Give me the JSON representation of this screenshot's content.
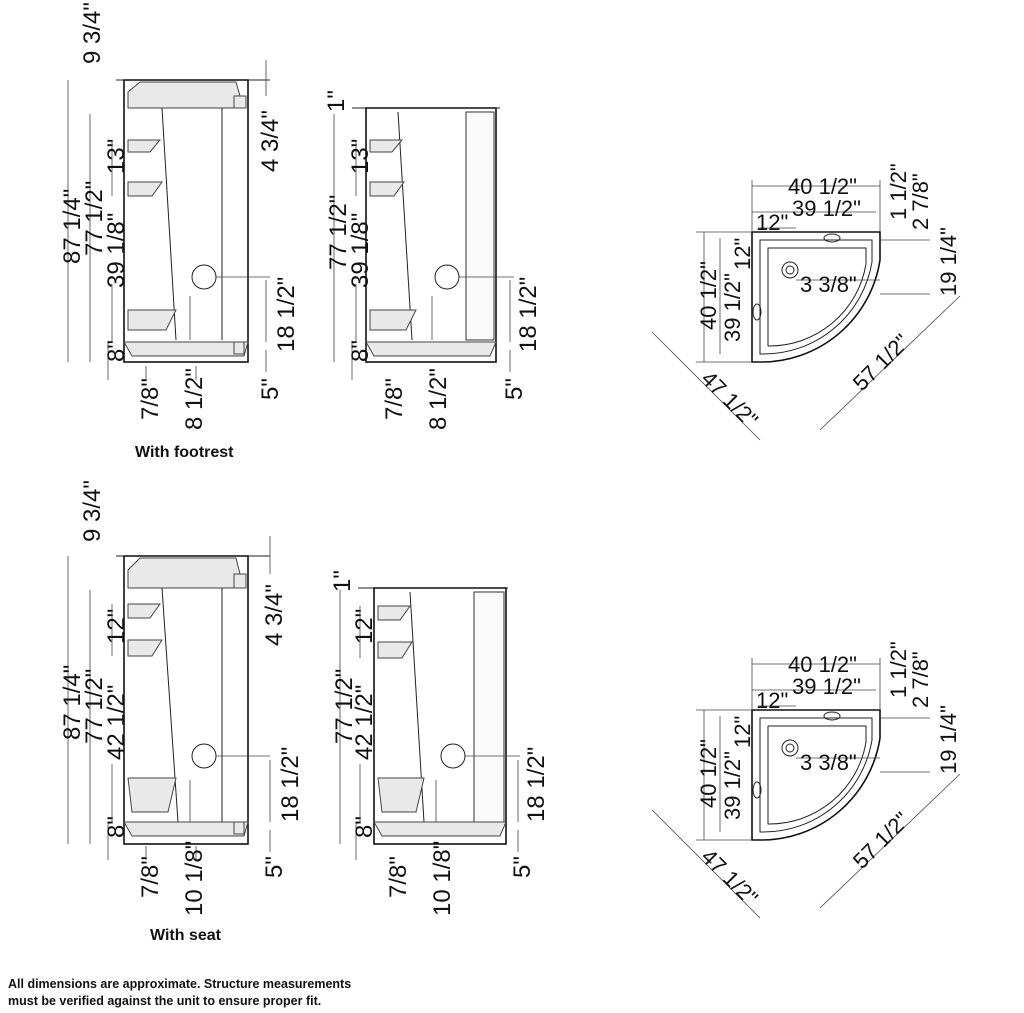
{
  "captions": {
    "footrest": "With footrest",
    "seat": "With seat"
  },
  "note": {
    "line1": "All dimensions are approximate. Structure measurements",
    "line2": "must be verified against the unit to ensure proper fit."
  },
  "elev_footrest_left": {
    "top_gap": "9 3/4\"",
    "total_height": "87 1/4\"",
    "wall_height": "77 1/2\"",
    "shelf_height": "39 1/8\"",
    "shelf_spacing": "13\"",
    "base_height": "8\"",
    "top_right": "4 3/4\"",
    "drain_height": "18 1/2\"",
    "bottom_right": "5\"",
    "bottom_a": "7/8\"",
    "bottom_b": "8 1/2\""
  },
  "elev_footrest_right": {
    "top_gap": "1\"",
    "wall_height": "77 1/2\"",
    "shelf_height": "39 1/8\"",
    "shelf_spacing": "13\"",
    "base_height": "8\"",
    "drain_height": "18 1/2\"",
    "bottom_right": "5\"",
    "bottom_a": "7/8\"",
    "bottom_b": "8 1/2\""
  },
  "elev_seat_left": {
    "top_gap": "9 3/4\"",
    "total_height": "87 1/4\"",
    "wall_height": "77 1/2\"",
    "shelf_height": "42 1/2\"",
    "shelf_spacing": "12\"",
    "base_height": "8\"",
    "top_right": "4 3/4\"",
    "drain_height": "18 1/2\"",
    "bottom_right": "5\"",
    "bottom_a": "7/8\"",
    "bottom_b": "10 1/8\""
  },
  "elev_seat_right": {
    "top_gap": "1\"",
    "wall_height": "77 1/2\"",
    "shelf_height": "42 1/2\"",
    "shelf_spacing": "12\"",
    "base_height": "8\"",
    "drain_height": "18 1/2\"",
    "bottom_right": "5\"",
    "bottom_a": "7/8\"",
    "bottom_b": "10 1/8\""
  },
  "plan_top": {
    "outer_width": "40 1/2\"",
    "inner_width": "39 1/2\"",
    "right_a": "1 1/2\"",
    "right_b": "2 7/8\"",
    "right_c": "19 1/4\"",
    "corner": "12\"",
    "corner_side": "12\"",
    "left_outer": "40 1/2\"",
    "left_inner": "39 1/2\"",
    "drain_offset": "3 3/8\"",
    "diag_left": "47 1/2\"",
    "diag_right": "57 1/2\""
  },
  "plan_bottom": {
    "outer_width": "40 1/2\"",
    "inner_width": "39 1/2\"",
    "right_a": "1 1/2\"",
    "right_b": "2 7/8\"",
    "right_c": "19 1/4\"",
    "corner": "12\"",
    "corner_side": "12\"",
    "left_outer": "40 1/2\"",
    "left_inner": "39 1/2\"",
    "drain_offset": "3 3/8\"",
    "diag_left": "47 1/2\"",
    "diag_right": "57 1/2\""
  }
}
